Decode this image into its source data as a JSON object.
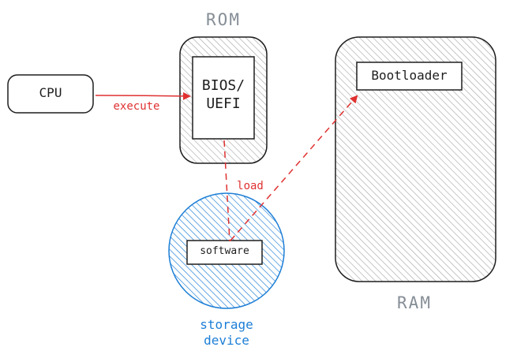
{
  "colors": {
    "stroke": "#1e1e1e",
    "hatch": "#a9a9a9",
    "arrow": "#e03131",
    "storage": "#1c7ed6",
    "group_label": "#868e96"
  },
  "nodes": {
    "cpu": "CPU",
    "rom_title": "ROM",
    "bios": "BIOS/\nUEFI",
    "ram_title": "RAM",
    "bootloader": "Bootloader",
    "software": "software",
    "storage": "storage\ndevice"
  },
  "edges": {
    "execute": "execute",
    "load": "load"
  }
}
